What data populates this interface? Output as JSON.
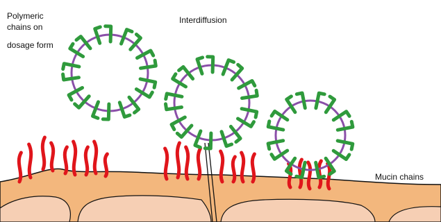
{
  "labels": {
    "polymeric_line1": "Polymeric",
    "polymeric_line2": "chains on",
    "polymeric_line3": "dosage form",
    "interdiffusion": "Interdiffusion",
    "mucin_chains": "Mucin chains"
  },
  "colors": {
    "polymer_sphere": "#8a4fa8",
    "polymer_chain": "#2f9a3c",
    "mucin_chain": "#e0151b",
    "mucin_layer": "#f3b77d",
    "tissue": "#f6cfb4",
    "outline": "#111111"
  }
}
